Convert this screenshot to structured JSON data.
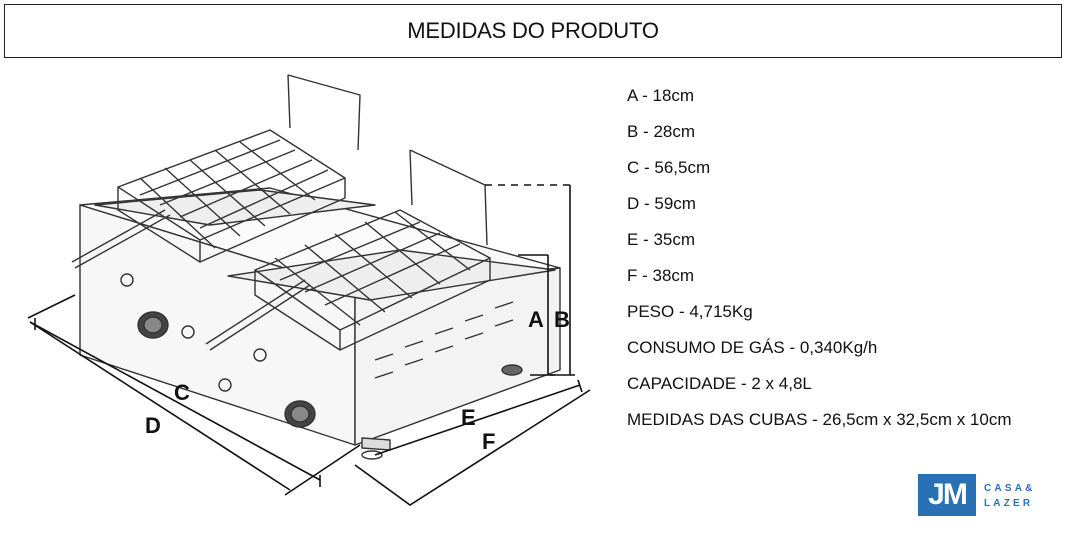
{
  "header": {
    "title": "MEDIDAS DO PRODUTO"
  },
  "dimension_labels": {
    "a": "A",
    "b": "B",
    "c": "C",
    "d": "D",
    "e": "E",
    "f": "F"
  },
  "specs": [
    "A - 18cm",
    "B - 28cm",
    "C - 56,5cm",
    "D - 59cm",
    "E - 35cm",
    "F - 38cm",
    "PESO - 4,715Kg",
    "CONSUMO DE GÁS - 0,340Kg/h",
    "CAPACIDADE - 2 x 4,8L",
    "MEDIDAS DAS CUBAS - 26,5cm x 32,5cm x 10cm"
  ],
  "logo": {
    "mark": "JM",
    "line1": "CASA&",
    "line2": "LAZER",
    "color": "#2a71b3"
  }
}
